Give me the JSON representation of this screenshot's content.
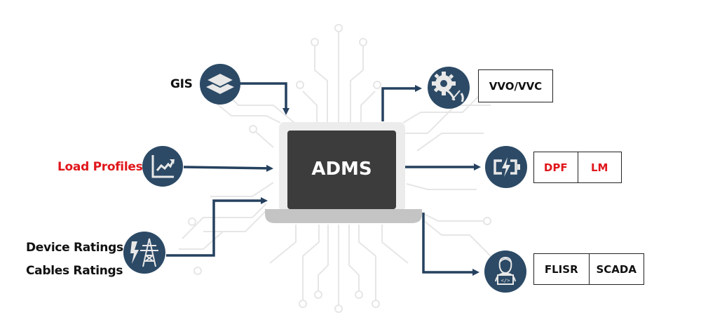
{
  "colors": {
    "icon_bg": "#2c4a66",
    "arrow": "#25415f",
    "screen": "#3c3c3c",
    "laptop_frame": "#ececec",
    "laptop_base": "#c4c4c4",
    "circuit": "#e6e6e6",
    "highlight": "#e0161b"
  },
  "center": {
    "label": "ADMS",
    "icon": "laptop-icon"
  },
  "inputs": [
    {
      "label": "GIS",
      "icon": "layers-icon",
      "highlight": false
    },
    {
      "label": "Load Profiles",
      "icon": "growth-chart-icon",
      "highlight": true
    },
    {
      "labels": [
        "Device Ratings",
        "Cables Ratings"
      ],
      "icon": "power-tower-icon",
      "highlight": false
    }
  ],
  "outputs": [
    {
      "icon": "gear-gauge-icon",
      "cells": [
        {
          "label": "VVO/VVC",
          "highlight": false
        }
      ]
    },
    {
      "icon": "battery-charging-icon",
      "cells": [
        {
          "label": "DPF",
          "highlight": true
        },
        {
          "label": "LM",
          "highlight": true
        }
      ]
    },
    {
      "icon": "developer-icon",
      "cells": [
        {
          "label": "FLISR",
          "highlight": false
        },
        {
          "label": "SCADA",
          "highlight": false
        }
      ]
    }
  ]
}
